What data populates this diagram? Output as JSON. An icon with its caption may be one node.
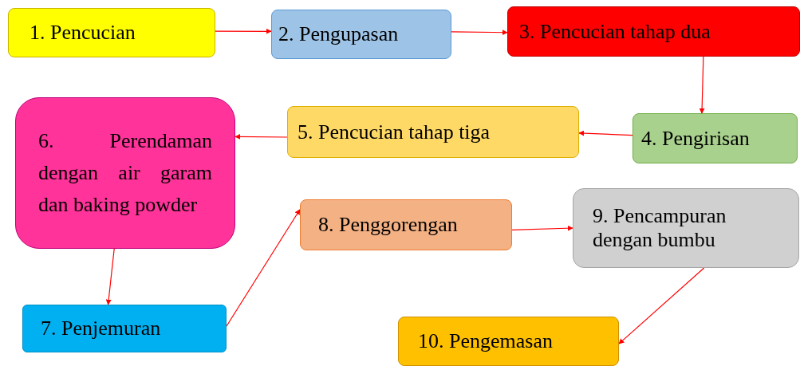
{
  "diagram": {
    "nodes": [
      {
        "text": [
          "1. Pencucian"
        ]
      },
      {
        "text": [
          "2. Pengupasan"
        ]
      },
      {
        "text": [
          "3. Pencucian tahap dua"
        ]
      },
      {
        "text": [
          "4. Pengirisan"
        ]
      },
      {
        "text": [
          "5. Pencucian tahap tiga"
        ]
      },
      {
        "text": [
          "6. Perendaman dengan air garam dan baking powder"
        ]
      },
      {
        "text": [
          "7. Penjemuran"
        ]
      },
      {
        "text": [
          "8. Penggorengan"
        ]
      },
      {
        "text": [
          "9. Pencampuran dengan bumbu"
        ]
      },
      {
        "text": [
          "10. Pengemasan"
        ]
      }
    ],
    "edges": [
      {
        "from": 0,
        "to": 1,
        "arrow": "to"
      },
      {
        "from": 1,
        "to": 2,
        "arrow": "to"
      },
      {
        "from": 2,
        "to": 3,
        "arrow": "to"
      },
      {
        "from": 3,
        "to": 4,
        "arrow": "to"
      },
      {
        "from": 4,
        "to": 5,
        "arrow": "to"
      },
      {
        "from": 5,
        "to": 6,
        "arrow": "to"
      },
      {
        "from": 6,
        "to": 7,
        "arrow": "to"
      },
      {
        "from": 7,
        "to": 8,
        "arrow": "to"
      },
      {
        "from": 8,
        "to": 9,
        "arrow": "to"
      }
    ]
  }
}
